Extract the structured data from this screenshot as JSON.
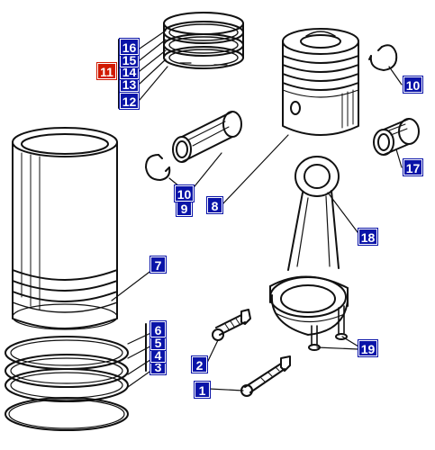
{
  "diagram": {
    "ink_color": "#111111",
    "callout_bg": "#0a14a8",
    "highlight_bg": "#d11a00",
    "callouts": [
      {
        "id": "1",
        "label": "1"
      },
      {
        "id": "2",
        "label": "2"
      },
      {
        "id": "3",
        "label": "3"
      },
      {
        "id": "4",
        "label": "4"
      },
      {
        "id": "5",
        "label": "5"
      },
      {
        "id": "6",
        "label": "6"
      },
      {
        "id": "7",
        "label": "7"
      },
      {
        "id": "8",
        "label": "8"
      },
      {
        "id": "9",
        "label": "9"
      },
      {
        "id": "10a",
        "label": "10"
      },
      {
        "id": "10b",
        "label": "10"
      },
      {
        "id": "11",
        "label": "11"
      },
      {
        "id": "12",
        "label": "12"
      },
      {
        "id": "13",
        "label": "13"
      },
      {
        "id": "14",
        "label": "14"
      },
      {
        "id": "15",
        "label": "15"
      },
      {
        "id": "16",
        "label": "16"
      },
      {
        "id": "17",
        "label": "17"
      },
      {
        "id": "18",
        "label": "18"
      },
      {
        "id": "19",
        "label": "19"
      }
    ]
  }
}
